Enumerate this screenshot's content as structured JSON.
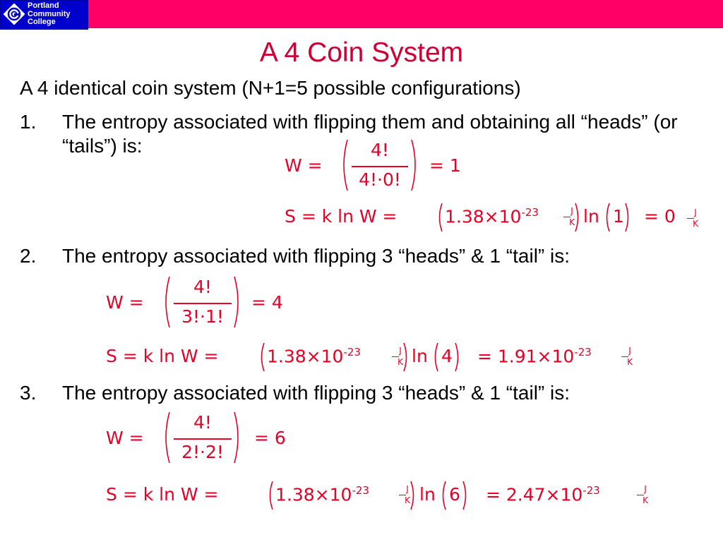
{
  "header": {
    "logo_line1": "Portland",
    "logo_line2": "Community",
    "logo_line3": "College"
  },
  "title": "A 4 Coin System",
  "intro": "A 4 identical coin system (N+1=5 possible configurations)",
  "items": [
    {
      "num": "1.",
      "text": "The entropy associated with flipping them and obtaining all “heads” (or “tails”) is:",
      "W_label": "W =",
      "W_num": "4!",
      "W_den": "4!·0!",
      "W_result": "= 1",
      "S_prefix": "S = k ln W =",
      "S_const": "1.38×10",
      "S_exp": "-23",
      "S_ln": "ln",
      "S_arg": "1",
      "S_result": "= 0",
      "S_result_exp": "",
      "unit_top": "J",
      "unit_bottom": "K"
    },
    {
      "num": "2.",
      "text": "The entropy associated with flipping 3 “heads” & 1 “tail” is:",
      "W_label": "W =",
      "W_num": "4!",
      "W_den": "3!·1!",
      "W_result": "= 4",
      "S_prefix": "S = k ln W =",
      "S_const": "1.38×10",
      "S_exp": "-23",
      "S_ln": "ln",
      "S_arg": "4",
      "S_result": "= 1.91×10",
      "S_result_exp": "-23",
      "unit_top": "J",
      "unit_bottom": "K"
    },
    {
      "num": "3.",
      "text": "The entropy associated with flipping 3 “heads” & 1 “tail” is:",
      "W_label": "W =",
      "W_num": "4!",
      "W_den": "2!·2!",
      "W_result": "= 6",
      "S_prefix": "S = k ln W =",
      "S_const": "1.38×10",
      "S_exp": "-23",
      "S_ln": "ln",
      "S_arg": "6",
      "S_result": "= 2.47×10",
      "S_result_exp": "-23",
      "unit_top": "J",
      "unit_bottom": "K"
    }
  ],
  "colors": {
    "header_pink": "#ff0066",
    "header_blue": "#0000cc",
    "title_red": "#cc0033",
    "equation_red": "#e60026"
  }
}
